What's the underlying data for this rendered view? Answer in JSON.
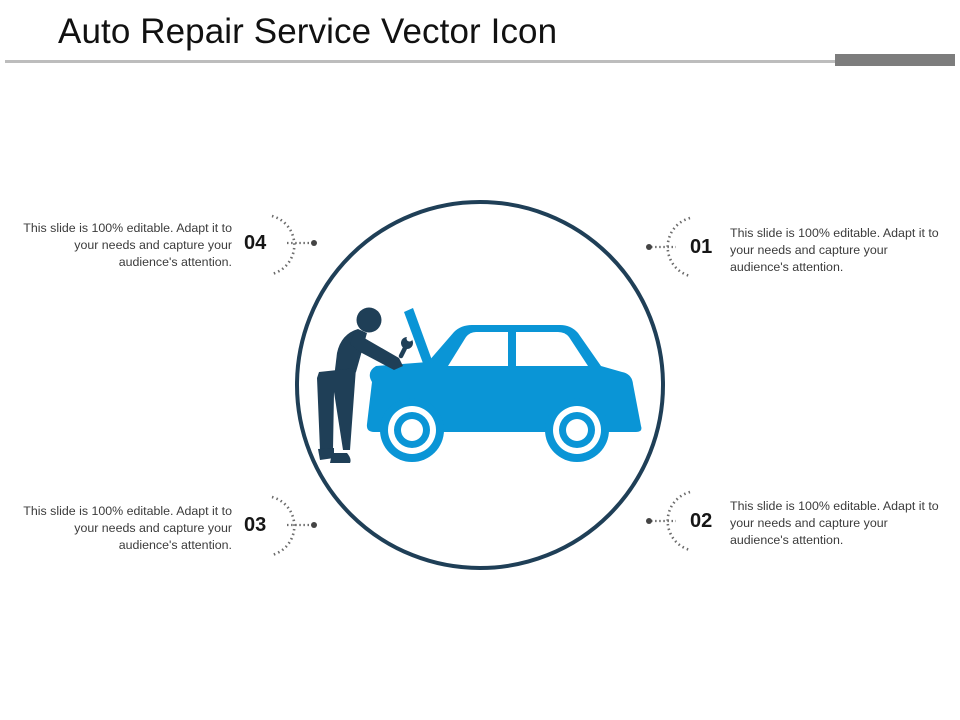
{
  "slide": {
    "title": "Auto Repair Service Vector Icon"
  },
  "colors": {
    "car": "#0a95d6",
    "mechanic": "#1f3f57",
    "circle_outline": "#1f3f57",
    "connector": "#6c6c6c",
    "rule": "#bdbdbd",
    "rule_accent": "#7d7d7d"
  },
  "icons": {
    "center": "car-repair-mechanic-icon"
  },
  "items": [
    {
      "number": "01",
      "text": "This slide is 100% editable. Adapt it to your needs and capture your audience's attention."
    },
    {
      "number": "02",
      "text": "This slide is 100% editable. Adapt it to your needs and capture your audience's attention."
    },
    {
      "number": "03",
      "text": "This slide is 100% editable. Adapt it to your needs and capture your audience's attention."
    },
    {
      "number": "04",
      "text": "This slide is 100% editable. Adapt it to your needs and capture your audience's attention."
    }
  ]
}
